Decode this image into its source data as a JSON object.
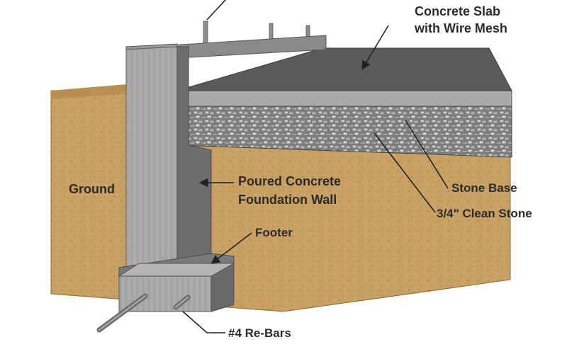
{
  "labels": {
    "slab_line1": "Concrete Slab",
    "slab_line2": "with Wire Mesh",
    "ground": "Ground",
    "wall_line1": "Poured Concrete",
    "wall_line2": "Foundation Wall",
    "stone_base": "Stone Base",
    "clean_stone": "3/4\" Clean Stone",
    "footer": "Footer",
    "rebars": "#4 Re-Bars"
  },
  "colors": {
    "soil": "#c9a064",
    "soil_dark": "#b88d52",
    "concrete": "#a3a3a3",
    "concrete_dark": "#6f6f6f",
    "slab_top": "#5a5a5a",
    "slab_edge": "#9a9a9a",
    "gravel": "#8c8c8c",
    "label": "#2b2b2b"
  }
}
